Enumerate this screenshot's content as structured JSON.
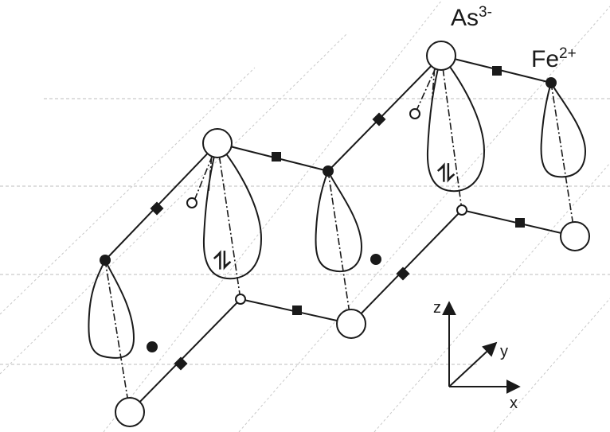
{
  "labels": {
    "anion": "As",
    "anion_charge": "3-",
    "cation": "Fe",
    "cation_charge": "2+"
  },
  "axes": {
    "z": "z",
    "y": "y",
    "x": "x"
  },
  "electron_pair_symbol": "⥮",
  "colors": {
    "ink": "#1a1a1a",
    "guide": "#bdbdbd",
    "background": "#ffffff"
  }
}
